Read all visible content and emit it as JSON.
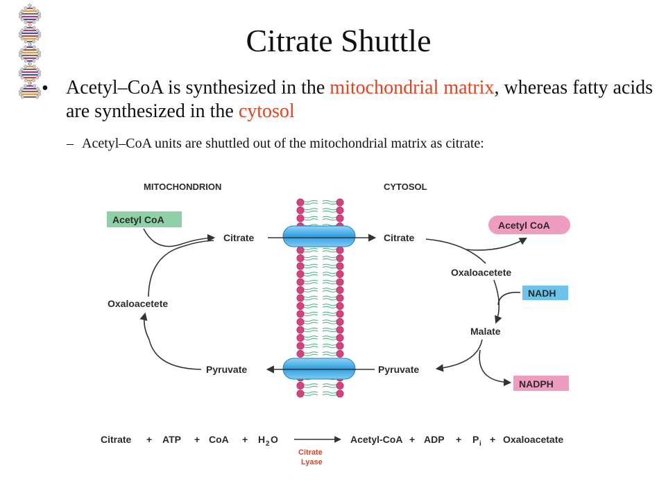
{
  "title": "Citrate Shuttle",
  "bullet": {
    "part1": "Acetyl–CoA is synthesized in the ",
    "highlight1": "mitochondrial matrix",
    "part2": ", whereas fatty acids are synthesized in the ",
    "highlight2": "cytosol"
  },
  "subbullet": {
    "dash": "–",
    "text": "Acetyl–CoA units are shuttled out of the mitochondrial matrix as citrate:"
  },
  "diagram": {
    "mitochondrion_label": "MITOCHONDRION",
    "cytosol_label": "CYTOSOL",
    "left_acetyl_coa": "Acetyl CoA",
    "left_citrate": "Citrate",
    "left_oxaloacetete": "Oxaloacetete",
    "left_pyruvate": "Pyruvate",
    "right_citrate": "Citrate",
    "right_acetyl_coa": "Acetyl CoA",
    "right_oxaloacetete": "Oxaloacetete",
    "nadh": "NADH",
    "malate": "Malate",
    "right_pyruvate": "Pyruvate",
    "nadph": "NADPH"
  },
  "equation": {
    "citrate": "Citrate",
    "plus1": "+",
    "atp": "ATP",
    "plus2": "+",
    "coa": "CoA",
    "plus3": "+",
    "h2o_h": "H",
    "h2o_sub": "2",
    "h2o_o": "O",
    "acetyl_coa": "Acetyl-CoA",
    "plus4": "+",
    "adp": "ADP",
    "plus5": "+",
    "pi_p": "P",
    "pi_sub": "i",
    "plus6": "+",
    "oxaloacetate": "Oxaloacetate",
    "enzyme_line1": "Citrate",
    "enzyme_line2": "Lyase"
  },
  "colors": {
    "highlight_red": "#e8411d",
    "acetyl_left_box": "#8fd1a6",
    "acetyl_right_box": "#f09bc0",
    "nadh_box": "#6cc3ec",
    "nadph_box": "#f09bc0",
    "transporter": "#3aa9e6",
    "lipid_head": "#d8407e",
    "lipid_tail": "#3bb37a",
    "enzyme_text": "#e8411d"
  }
}
